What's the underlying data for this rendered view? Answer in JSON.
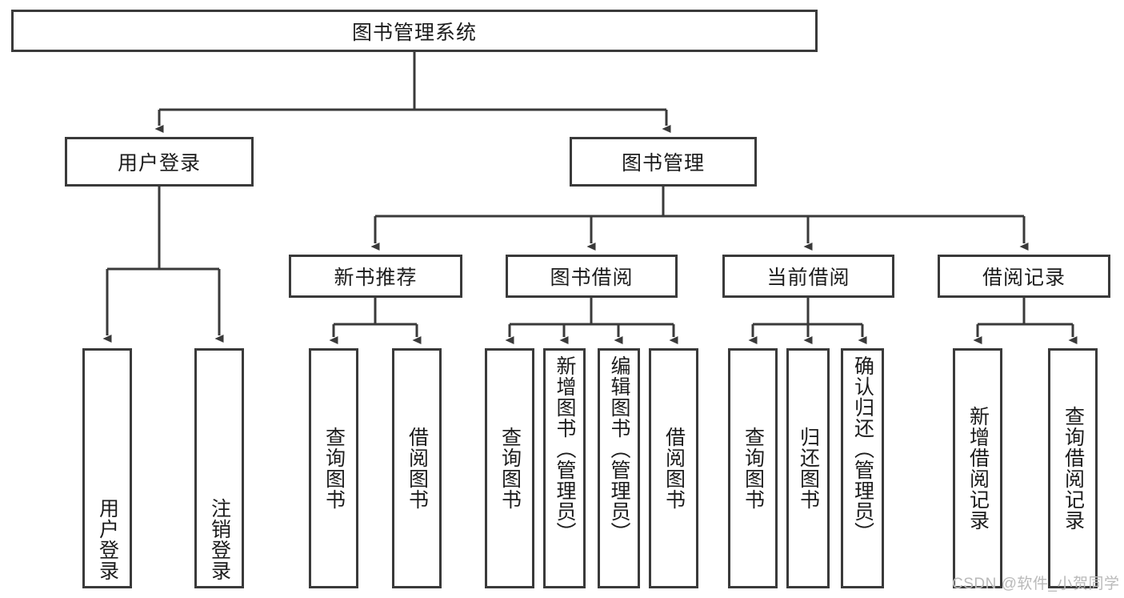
{
  "diagram": {
    "title_node": {
      "label": "图书管理系统"
    },
    "level1": [
      {
        "id": "user-login",
        "label": "用户登录"
      },
      {
        "id": "book-management",
        "label": "图书管理"
      }
    ],
    "level2": [
      {
        "id": "new-book-recommend",
        "label": "新书推荐"
      },
      {
        "id": "book-borrow",
        "label": "图书借阅"
      },
      {
        "id": "current-borrow",
        "label": "当前借阅"
      },
      {
        "id": "borrow-record",
        "label": "借阅记录"
      }
    ],
    "leaves": {
      "user_login": [
        {
          "id": "leaf-user-login",
          "label": "用户登录"
        },
        {
          "id": "leaf-logout-login",
          "label": "注销登录"
        }
      ],
      "new_book_recommend": [
        {
          "id": "leaf-query-book-1",
          "label": "查询图书"
        },
        {
          "id": "leaf-borrow-book-1",
          "label": "借阅图书"
        }
      ],
      "book_borrow": [
        {
          "id": "leaf-query-book-2",
          "label": "查询图书"
        },
        {
          "id": "leaf-add-book",
          "label": "新增图书（管理员）"
        },
        {
          "id": "leaf-edit-book",
          "label": "编辑图书（管理员）"
        },
        {
          "id": "leaf-borrow-book-2",
          "label": "借阅图书"
        }
      ],
      "current_borrow": [
        {
          "id": "leaf-query-book-3",
          "label": "查询图书"
        },
        {
          "id": "leaf-return-book",
          "label": "归还图书"
        },
        {
          "id": "leaf-confirm-return",
          "label": "确认归还（管理员）"
        }
      ],
      "borrow_record": [
        {
          "id": "leaf-add-record",
          "label": "新增借阅记录"
        },
        {
          "id": "leaf-query-record",
          "label": "查询借阅记录"
        }
      ]
    },
    "watermark": "CSDN @软件_小贺同学",
    "colors": {
      "background": "#ffffff",
      "border": "#3a3a3a",
      "text": "#1c1c1c",
      "connector": "#3a3a3a",
      "watermark": "#b9b9b9"
    }
  }
}
